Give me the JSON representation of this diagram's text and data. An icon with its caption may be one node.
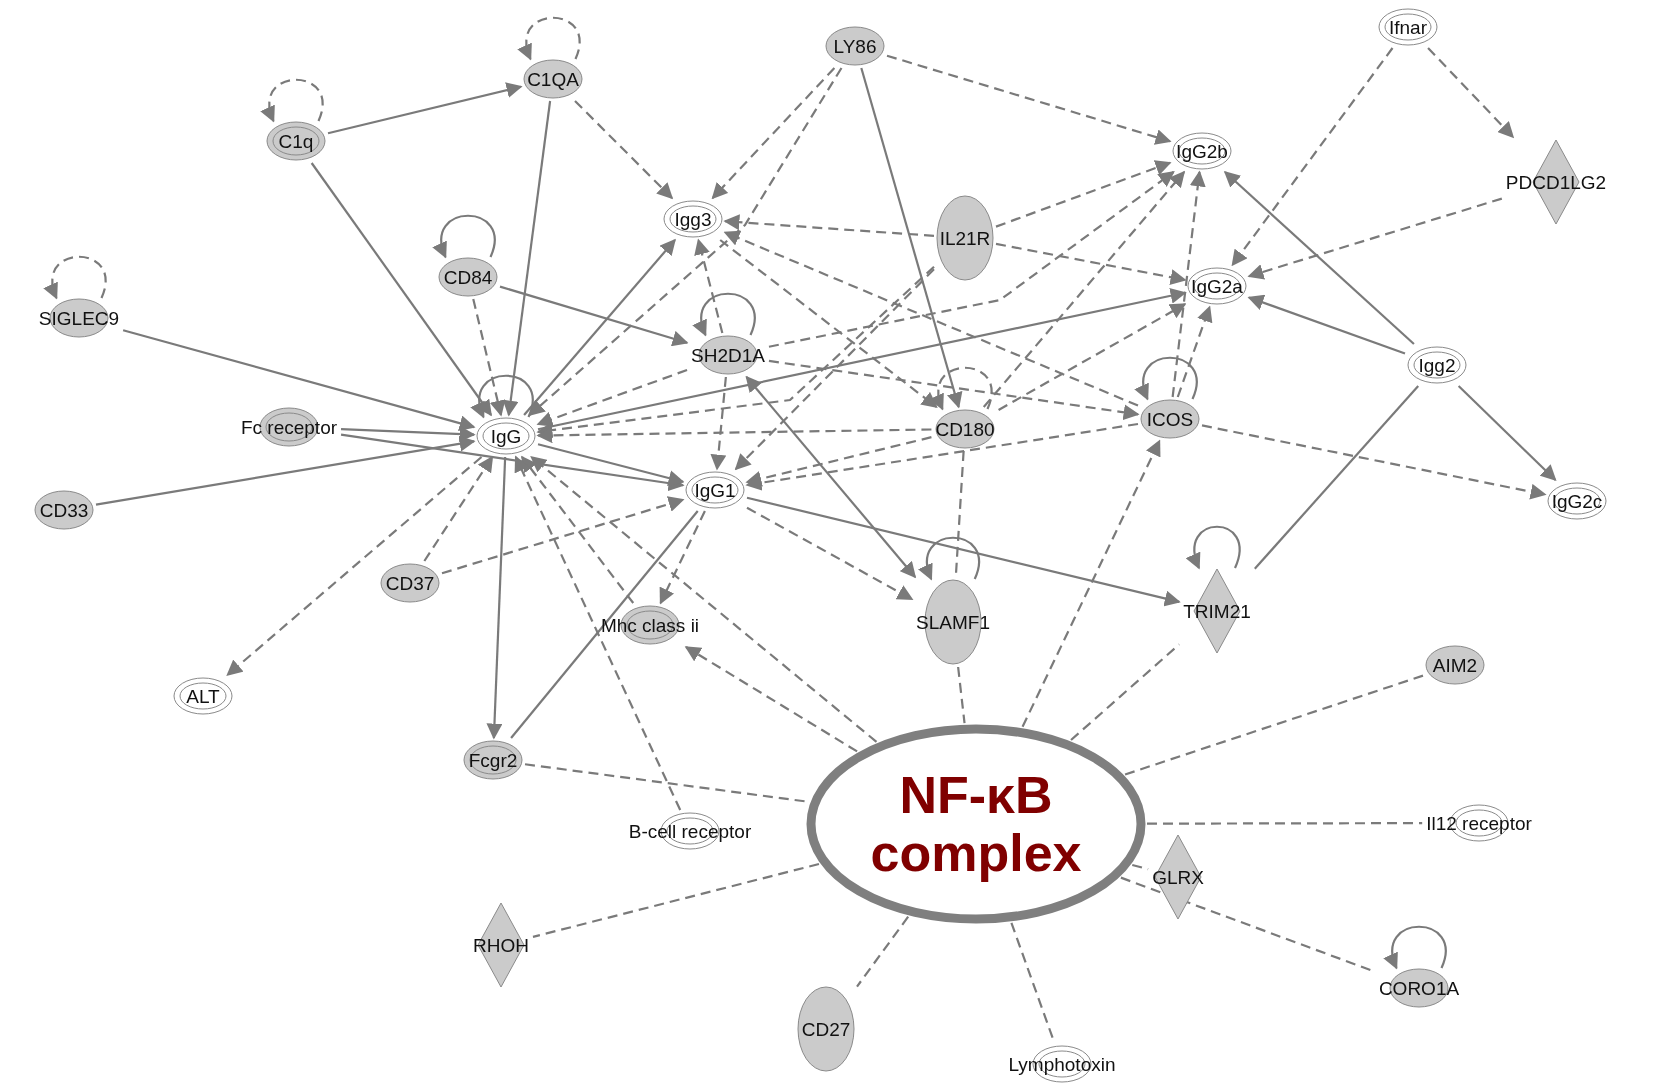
{
  "diagram": {
    "nodes": [
      {
        "text": [
          "C1QA"
        ]
      },
      {
        "text": [
          "C1q"
        ]
      },
      {
        "text": [
          "LY86"
        ]
      },
      {
        "text": [
          "Ifnar"
        ]
      },
      {
        "text": [
          "IgG2b"
        ]
      },
      {
        "text": [
          "PDCD1LG2"
        ]
      },
      {
        "text": [
          "Igg3"
        ]
      },
      {
        "text": [
          "IL21R"
        ]
      },
      {
        "text": [
          "CD84"
        ]
      },
      {
        "text": [
          "IgG2a"
        ]
      },
      {
        "text": [
          "SIGLEC9"
        ]
      },
      {
        "text": [
          "SH2D1A"
        ]
      },
      {
        "text": [
          "Igg2"
        ]
      },
      {
        "text": [
          "Fc receptor"
        ]
      },
      {
        "text": [
          "IgG"
        ]
      },
      {
        "text": [
          "CD180"
        ]
      },
      {
        "text": [
          "ICOS"
        ]
      },
      {
        "text": [
          "CD33"
        ]
      },
      {
        "text": [
          "IgG1"
        ]
      },
      {
        "text": [
          "IgG2c"
        ]
      },
      {
        "text": [
          "CD37"
        ]
      },
      {
        "text": [
          "Mhc class ii"
        ]
      },
      {
        "text": [
          "SLAMF1"
        ]
      },
      {
        "text": [
          "TRIM21"
        ]
      },
      {
        "text": [
          "ALT"
        ]
      },
      {
        "text": [
          "AIM2"
        ]
      },
      {
        "text": [
          "Fcgr2"
        ]
      },
      {
        "text": [
          "NF-κB complex"
        ]
      },
      {
        "text": [
          "B-cell receptor"
        ]
      },
      {
        "text": [
          "Il12 receptor"
        ]
      },
      {
        "text": [
          "RHOH"
        ]
      },
      {
        "text": [
          "GLRX"
        ]
      },
      {
        "text": [
          "CORO1A"
        ]
      },
      {
        "text": [
          "CD27"
        ]
      },
      {
        "text": [
          "Lymphotoxin"
        ]
      }
    ],
    "edges": [
      {
        "from": 0,
        "to": 0,
        "arrow": "to",
        "style": "dashed"
      },
      {
        "from": 1,
        "to": 1,
        "arrow": "to",
        "style": "dashed"
      },
      {
        "from": 10,
        "to": 10,
        "arrow": "to",
        "style": "dashed"
      },
      {
        "from": 8,
        "to": 8,
        "arrow": "to"
      },
      {
        "from": 11,
        "to": 11,
        "arrow": "to"
      },
      {
        "from": 14,
        "to": 14,
        "arrow": "to"
      },
      {
        "from": 15,
        "to": 15,
        "arrow": "to",
        "style": "dashed"
      },
      {
        "from": 16,
        "to": 16,
        "arrow": "to"
      },
      {
        "from": 22,
        "to": 22,
        "arrow": "to"
      },
      {
        "from": 23,
        "to": 23,
        "arrow": "to"
      },
      {
        "from": 32,
        "to": 32,
        "arrow": "to"
      },
      {
        "from": 1,
        "to": 0,
        "arrow": "to"
      },
      {
        "from": 1,
        "to": 14,
        "arrow": "to"
      },
      {
        "from": 0,
        "to": 14,
        "arrow": "to"
      },
      {
        "from": 0,
        "to": 6,
        "arrow": "to",
        "style": "dashed"
      },
      {
        "from": 2,
        "to": 6,
        "arrow": "to",
        "style": "dashed"
      },
      {
        "from": 2,
        "to": 14,
        "arrow": "to",
        "style": "dashed"
      },
      {
        "from": 2,
        "to": 4,
        "arrow": "to",
        "style": "dashed"
      },
      {
        "from": 2,
        "to": 15,
        "arrow": "to"
      },
      {
        "from": 7,
        "to": 6,
        "arrow": "to",
        "style": "dashed"
      },
      {
        "from": 7,
        "to": 4,
        "arrow": "to",
        "style": "dashed"
      },
      {
        "from": 7,
        "to": 9,
        "arrow": "to",
        "style": "dashed"
      },
      {
        "from": 7,
        "to": 14,
        "arrow": "to",
        "style": "dashed"
      },
      {
        "from": 7,
        "to": 18,
        "arrow": "to",
        "style": "dashed"
      },
      {
        "from": 6,
        "to": 15,
        "arrow": "to",
        "style": "dashed"
      },
      {
        "from": 16,
        "to": 6,
        "arrow": "to",
        "style": "dashed"
      },
      {
        "from": 11,
        "to": 6,
        "arrow": "to",
        "style": "dashed"
      },
      {
        "from": 11,
        "to": 18,
        "arrow": "to",
        "style": "dashed"
      },
      {
        "from": 11,
        "to": 14,
        "arrow": "to",
        "style": "dashed"
      },
      {
        "from": 11,
        "to": 4,
        "arrow": "to",
        "style": "dashed"
      },
      {
        "from": 15,
        "to": 4,
        "arrow": "to",
        "style": "dashed"
      },
      {
        "from": 16,
        "to": 4,
        "arrow": "to",
        "style": "dashed"
      },
      {
        "from": 12,
        "to": 4,
        "arrow": "to"
      },
      {
        "from": 11,
        "to": 16,
        "arrow": "to",
        "style": "dashed"
      },
      {
        "from": 8,
        "to": 14,
        "arrow": "to",
        "style": "dashed"
      },
      {
        "from": 8,
        "to": 11,
        "arrow": "to"
      },
      {
        "from": 10,
        "to": 14,
        "arrow": "to"
      },
      {
        "from": 13,
        "to": 14,
        "arrow": "to"
      },
      {
        "from": 13,
        "to": 18,
        "arrow": "to"
      },
      {
        "from": 17,
        "to": 14,
        "arrow": "to"
      },
      {
        "from": 14,
        "to": 9,
        "arrow": "to"
      },
      {
        "from": 14,
        "to": 18,
        "arrow": "to"
      },
      {
        "from": 14,
        "to": 26,
        "arrow": "to"
      },
      {
        "from": 14,
        "to": 6,
        "arrow": "to"
      },
      {
        "from": 14,
        "to": 24,
        "arrow": "to",
        "style": "dashed"
      },
      {
        "from": 20,
        "to": 14,
        "arrow": "to",
        "style": "dashed"
      },
      {
        "from": 20,
        "to": 18,
        "arrow": "to",
        "style": "dashed"
      },
      {
        "from": 15,
        "to": 14,
        "arrow": "to",
        "style": "dashed"
      },
      {
        "from": 15,
        "to": 18,
        "arrow": "to",
        "style": "dashed"
      },
      {
        "from": 16,
        "to": 18,
        "arrow": "to",
        "style": "dashed"
      },
      {
        "from": 21,
        "to": 14,
        "arrow": "to",
        "style": "dashed"
      },
      {
        "from": 28,
        "to": 14,
        "arrow": "to",
        "style": "dashed"
      },
      {
        "from": 27,
        "to": 14,
        "arrow": "to",
        "style": "dashed"
      },
      {
        "from": 27,
        "to": 21,
        "arrow": "to",
        "style": "dashed"
      },
      {
        "from": 18,
        "to": 21,
        "arrow": "to",
        "style": "dashed"
      },
      {
        "from": 18,
        "to": 22,
        "arrow": "to",
        "style": "dashed"
      },
      {
        "from": 18,
        "to": 23,
        "arrow": "to"
      },
      {
        "from": 22,
        "to": 11,
        "arrow": "both"
      },
      {
        "from": 26,
        "to": 18,
        "arrow": "none"
      },
      {
        "from": 26,
        "to": 27,
        "arrow": "none",
        "style": "dashed"
      },
      {
        "from": 15,
        "to": 22,
        "arrow": "none",
        "style": "dashed"
      },
      {
        "from": 22,
        "to": 27,
        "arrow": "none",
        "style": "dashed"
      },
      {
        "from": 27,
        "to": 16,
        "arrow": "to",
        "style": "dashed"
      },
      {
        "from": 27,
        "to": 23,
        "arrow": "none",
        "style": "dashed"
      },
      {
        "from": 27,
        "to": 25,
        "arrow": "none",
        "style": "dashed"
      },
      {
        "from": 27,
        "to": 29,
        "arrow": "none",
        "style": "dashed"
      },
      {
        "from": 27,
        "to": 31,
        "arrow": "none",
        "style": "dashed"
      },
      {
        "from": 27,
        "to": 32,
        "arrow": "none",
        "style": "dashed"
      },
      {
        "from": 27,
        "to": 30,
        "arrow": "none",
        "style": "dashed"
      },
      {
        "from": 27,
        "to": 33,
        "arrow": "none",
        "style": "dashed"
      },
      {
        "from": 27,
        "to": 34,
        "arrow": "none",
        "style": "dashed"
      },
      {
        "from": 3,
        "to": 9,
        "arrow": "to",
        "style": "dashed"
      },
      {
        "from": 3,
        "to": 5,
        "arrow": "to",
        "style": "dashed"
      },
      {
        "from": 5,
        "to": 9,
        "arrow": "to",
        "style": "dashed"
      },
      {
        "from": 12,
        "to": 9,
        "arrow": "to"
      },
      {
        "from": 16,
        "to": 9,
        "arrow": "to",
        "style": "dashed"
      },
      {
        "from": 15,
        "to": 9,
        "arrow": "to",
        "style": "dashed"
      },
      {
        "from": 12,
        "to": 19,
        "arrow": "to"
      },
      {
        "from": 16,
        "to": 19,
        "arrow": "to",
        "style": "dashed"
      },
      {
        "from": 12,
        "to": 23,
        "arrow": "none"
      }
    ]
  }
}
